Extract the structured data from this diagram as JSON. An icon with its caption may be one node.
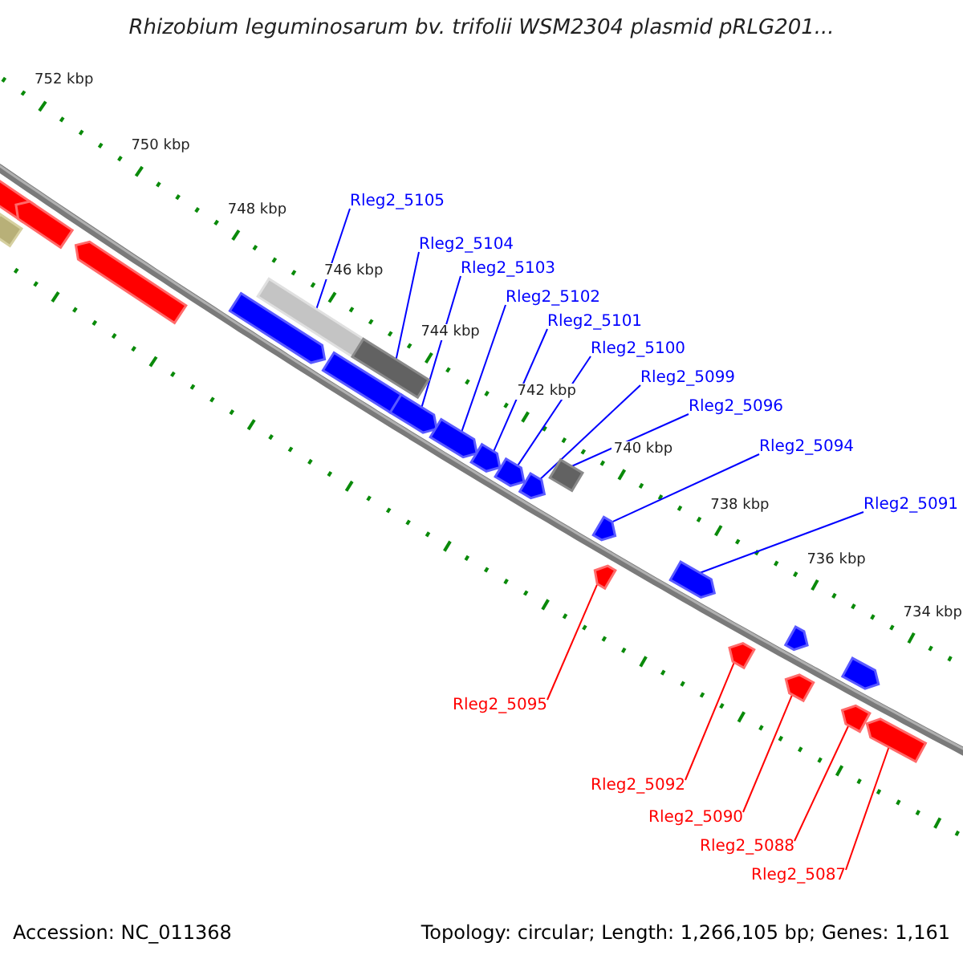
{
  "diagram": {
    "title": "Rhizobium leguminosarum bv. trifolii WSM2304 plasmid pRLG201...",
    "nodes": [
      {
        "text": [
          "Rleg2_5105"
        ]
      },
      {
        "text": [
          "Rleg2_5104"
        ]
      },
      {
        "text": [
          "Rleg2_5103"
        ]
      },
      {
        "text": [
          "Rleg2_5102"
        ]
      },
      {
        "text": [
          "Rleg2_5101"
        ]
      },
      {
        "text": [
          "Rleg2_5100"
        ]
      },
      {
        "text": [
          "Rleg2_5099"
        ]
      },
      {
        "text": [
          "Rleg2_5096"
        ]
      },
      {
        "text": [
          "Rleg2_5094"
        ]
      },
      {
        "text": [
          "Rleg2_5091"
        ]
      },
      {
        "text": [
          "Rleg2_5095"
        ]
      },
      {
        "text": [
          "Rleg2_5092"
        ]
      },
      {
        "text": [
          "Rleg2_5090"
        ]
      },
      {
        "text": [
          "Rleg2_5088"
        ]
      },
      {
        "text": [
          "Rleg2_5087"
        ]
      },
      {
        "text": [],
        "shape": "box"
      },
      {
        "text": [],
        "shape": "pentagon"
      },
      {
        "text": [],
        "shape": "pentagon"
      },
      {
        "text": [],
        "shape": "pentagon"
      },
      {
        "text": [],
        "shape": "pentagon"
      },
      {
        "text": [],
        "shape": "box"
      },
      {
        "text": [],
        "shape": "pentagon"
      },
      {
        "text": [],
        "shape": "box"
      },
      {
        "text": [],
        "shape": "pentagon"
      },
      {
        "text": [],
        "shape": "pentagon"
      },
      {
        "text": [],
        "shape": "pentagon"
      },
      {
        "text": [],
        "shape": "pentagon"
      },
      {
        "text": [],
        "shape": "pentagon"
      },
      {
        "text": [],
        "shape": "box"
      },
      {
        "text": [],
        "shape": "pentagon"
      },
      {
        "text": [],
        "shape": "pentagon"
      },
      {
        "text": [],
        "shape": "pentagon"
      },
      {
        "text": [],
        "shape": "pentagon"
      },
      {
        "text": [],
        "shape": "pentagon"
      },
      {
        "text": [],
        "shape": "pentagon"
      },
      {
        "text": [],
        "shape": "pentagon"
      },
      {
        "text": [],
        "shape": "pentagon"
      },
      {
        "text": [],
        "shape": "pentagon"
      }
    ],
    "edges": [
      {
        "from": 0,
        "to": 20,
        "arrow": "none"
      },
      {
        "from": 1,
        "to": 22,
        "arrow": "none"
      },
      {
        "from": 2,
        "to": 23,
        "arrow": "none"
      },
      {
        "from": 3,
        "to": 24,
        "arrow": "none"
      },
      {
        "from": 4,
        "to": 25,
        "arrow": "none"
      },
      {
        "from": 5,
        "to": 26,
        "arrow": "none"
      },
      {
        "from": 6,
        "to": 27,
        "arrow": "none"
      },
      {
        "from": 7,
        "to": 28,
        "arrow": "none"
      },
      {
        "from": 8,
        "to": 29,
        "arrow": "none"
      },
      {
        "from": 9,
        "to": 31,
        "arrow": "none"
      },
      {
        "from": 10,
        "to": 30,
        "arrow": "none",
        "color": "#ff0000"
      },
      {
        "from": 11,
        "to": 32,
        "arrow": "none",
        "color": "#ff0000"
      },
      {
        "from": 12,
        "to": 34,
        "arrow": "none",
        "color": "#ff0000"
      },
      {
        "from": 13,
        "to": 36,
        "arrow": "none",
        "color": "#ff0000"
      },
      {
        "from": 14,
        "to": 37,
        "arrow": "none",
        "color": "#ff0000"
      }
    ],
    "labels": [
      "752 kbp",
      "750 kbp",
      "748 kbp",
      "746 kbp",
      "744 kbp",
      "742 kbp",
      "740 kbp",
      "738 kbp",
      "736 kbp",
      "734 kbp",
      "Accession: NC_011368",
      "Topology: circular; Length: 1,266,105 bp; Genes: 1,161"
    ]
  }
}
